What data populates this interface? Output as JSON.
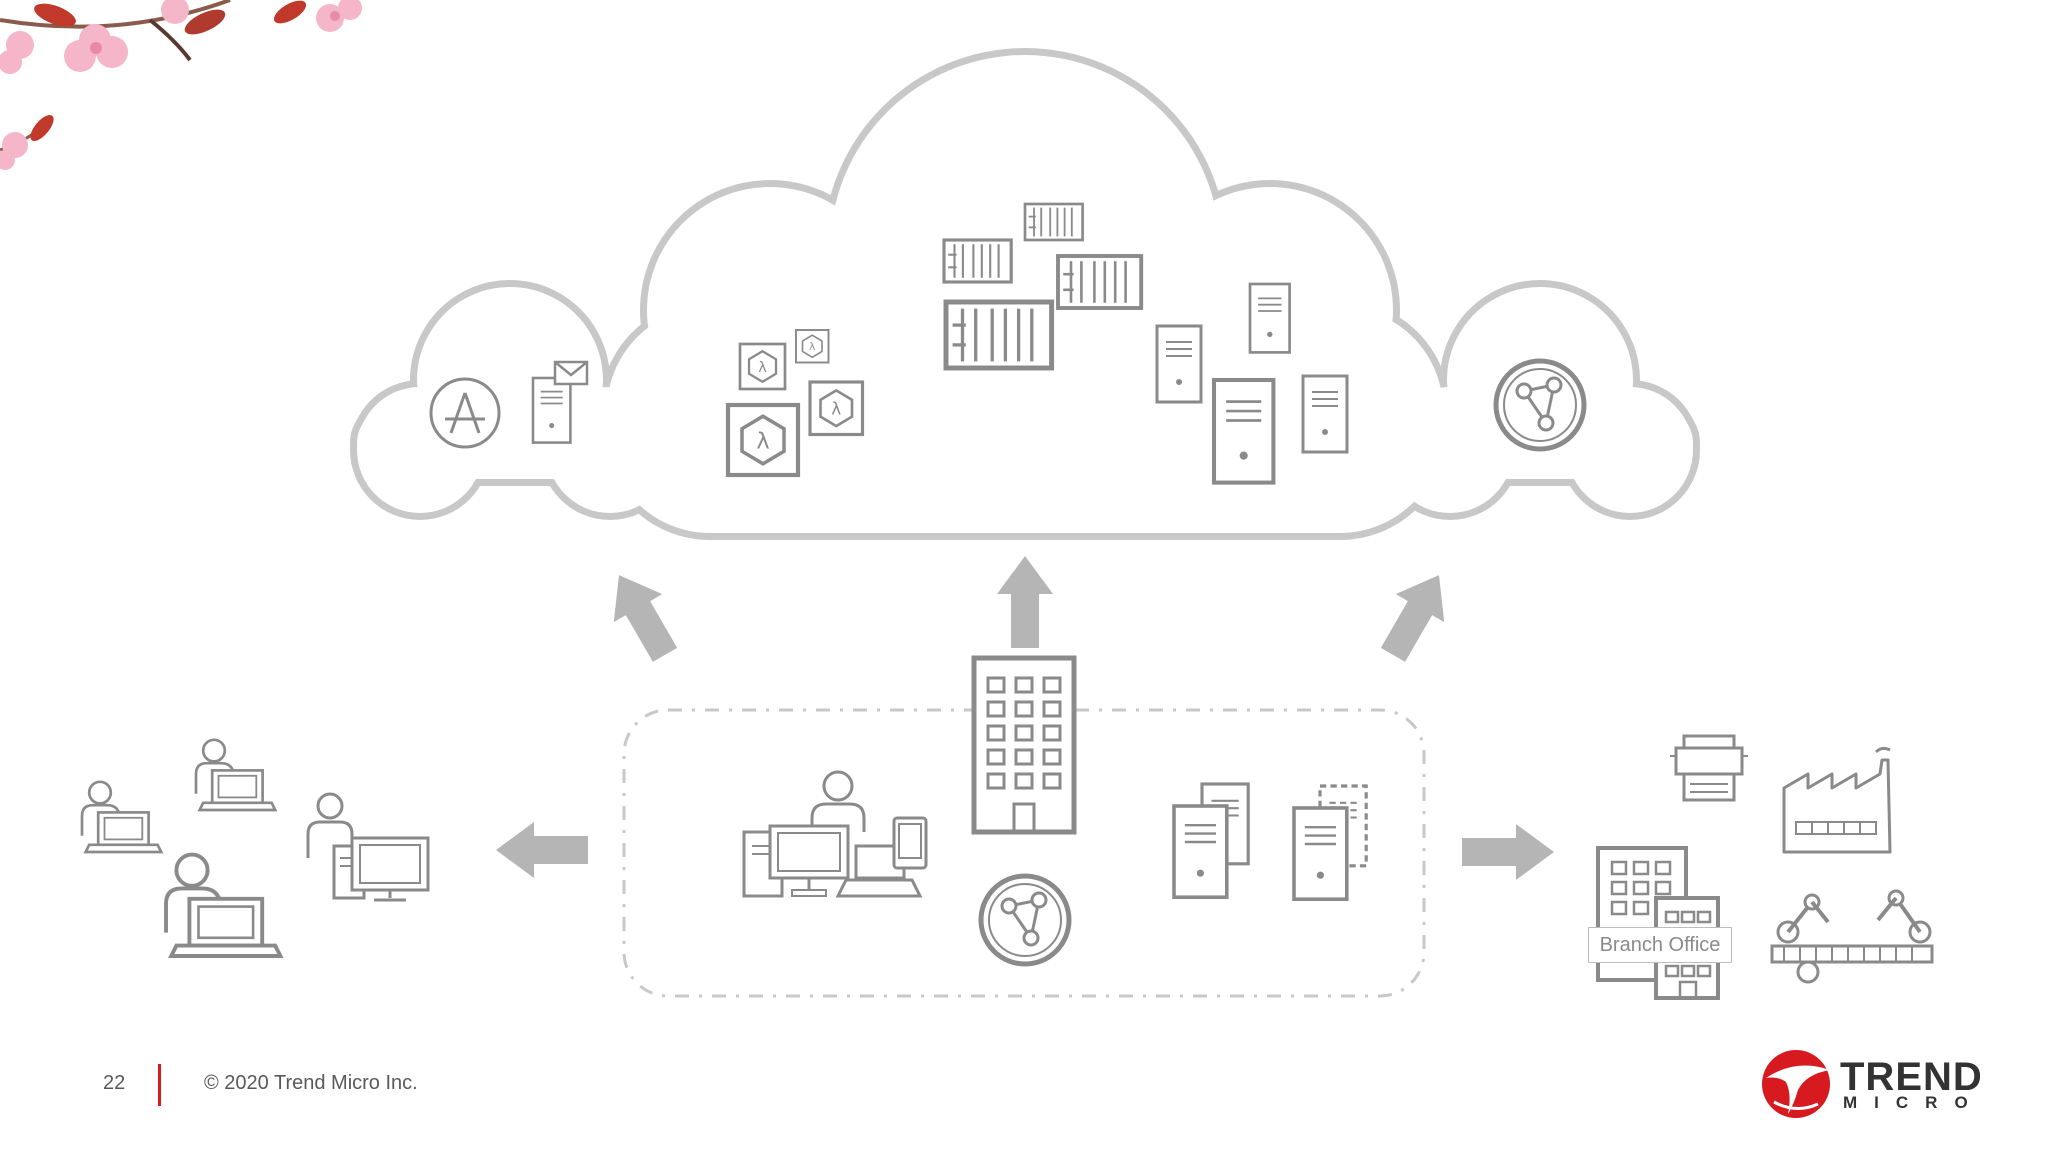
{
  "slide": {
    "page_number": "22",
    "copyright": "© 2020 Trend Micro Inc.",
    "branch_label": "Branch Office",
    "logo": {
      "word": "TREND",
      "sub": "MICRO"
    }
  },
  "colors": {
    "icon_gray": "#8a8a8a",
    "cloud_outline": "#c8c8c8",
    "arrow_gray": "#b5b5b5",
    "brand_red": "#d71920",
    "blossom_pink": "#f4b6c8"
  },
  "icons": {
    "left_cloud": [
      "app-store-icon",
      "mail-server-icon"
    ],
    "main_cloud": [
      "lambda-function-icon",
      "container-icon",
      "server-icon"
    ],
    "right_cloud": [
      "network-globe-icon"
    ],
    "left_group": [
      "remote-worker-laptop-icon",
      "remote-worker-desktop-icon"
    ],
    "center_group": [
      "office-building-icon",
      "office-workstation-icon",
      "network-globe-icon",
      "server-rack-icon"
    ],
    "right_group": [
      "printer-icon",
      "factory-icon",
      "branch-office-building-icon",
      "robot-arm-icon"
    ]
  }
}
